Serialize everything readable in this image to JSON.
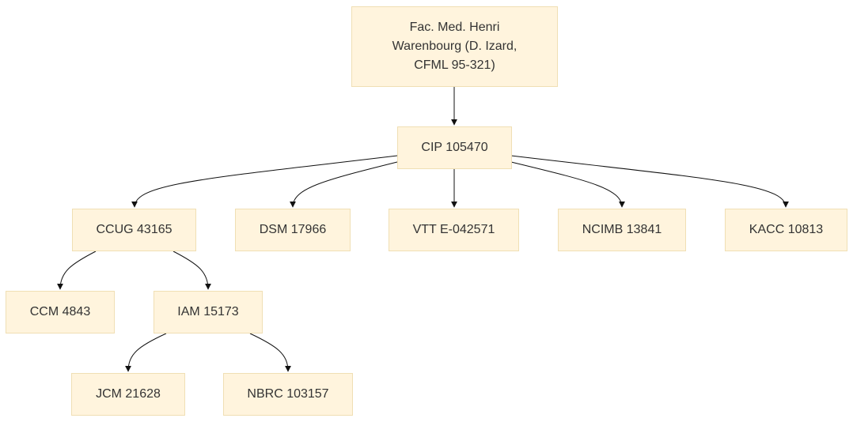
{
  "nodes": {
    "root": "Fac. Med. Henri Warenbourg (D. Izard, CFML 95-321)",
    "cip": "CIP 105470",
    "ccug": "CCUG 43165",
    "dsm": "DSM 17966",
    "vtt": "VTT E-042571",
    "ncimb": "NCIMB 13841",
    "kacc": "KACC 10813",
    "ccm": "CCM 4843",
    "iam": "IAM 15173",
    "jcm": "JCM 21628",
    "nbrc": "NBRC 103157"
  },
  "edges": [
    [
      "root",
      "cip"
    ],
    [
      "cip",
      "ccug"
    ],
    [
      "cip",
      "dsm"
    ],
    [
      "cip",
      "vtt"
    ],
    [
      "cip",
      "ncimb"
    ],
    [
      "cip",
      "kacc"
    ],
    [
      "ccug",
      "ccm"
    ],
    [
      "ccug",
      "iam"
    ],
    [
      "iam",
      "jcm"
    ],
    [
      "iam",
      "nbrc"
    ]
  ]
}
